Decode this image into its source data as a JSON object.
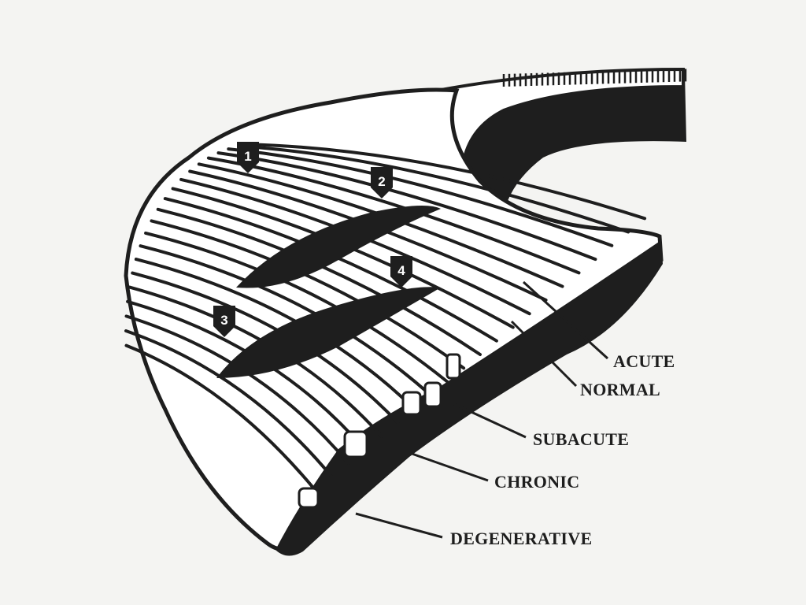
{
  "figure": {
    "labels": {
      "acute": "ACUTE",
      "normal": "NORMAL",
      "subacute": "SUBACUTE",
      "chronic": "CHRONIC",
      "degenerative": "DEGENERATIVE"
    },
    "markers": [
      "1",
      "2",
      "3",
      "4"
    ],
    "colors": {
      "ink": "#1e1e1e",
      "paper": "#f4f4f2"
    }
  }
}
